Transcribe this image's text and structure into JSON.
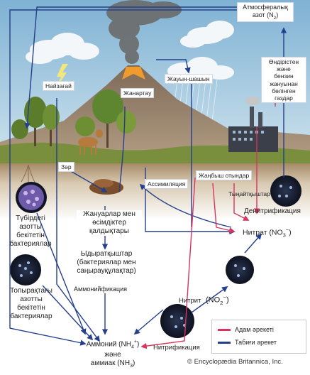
{
  "labels": {
    "atmospheric_nitrogen": "Атмосфералық",
    "atmospheric_nitrogen_2": "азот (N",
    "atmospheric_nitrogen_sub": "2",
    "atmospheric_nitrogen_end": ")",
    "lightning": "Найзағай",
    "volcano": "Жанартау",
    "precipitation": "Жауын-шашын",
    "industry_line1": "Өндірістен",
    "industry_line2": "және",
    "industry_line3": "бензин",
    "industry_line4": "жануынан",
    "industry_line5": "бөлінген",
    "industry_line6": "газдар",
    "urine": "Зәр",
    "assimilation": "Ассимиляция",
    "fertilizer_runoff": "Жаңбыш отындар",
    "fertilizers": "Тыңайтқыштар",
    "root_bacteria_1": "Түбірдегі",
    "root_bacteria_2": "азотты",
    "root_bacteria_3": "бекітетін",
    "root_bacteria_4": "бактериялар",
    "animals_remains_1": "Жануарлар мен",
    "animals_remains_2": "өсімдіктер",
    "animals_remains_3": "қалдықтары",
    "denitrification": "Денитрификация",
    "nitrate": "Нитрат (NO",
    "nitrate_sub": "3",
    "nitrate_sup": "−",
    "nitrate_end": ")",
    "decomposers_1": "Ыдыратқыштар",
    "decomposers_2": "(бактериялар мен",
    "decomposers_3": "саңырауқұлақтар)",
    "ammonification": "Аммонийфикация",
    "soil_bacteria_1": "Топырақтағы",
    "soil_bacteria_2": "азотты",
    "soil_bacteria_3": "бекітетін",
    "soil_bacteria_4": "бактериялар",
    "nitrite_word": "Нитрит",
    "nitrite_formula": "(NO",
    "nitrite_sub": "2",
    "nitrite_sup": "−",
    "nitrite_end": ")",
    "ammonium_1": "Аммоний",
    "ammonium_formula": "(NH",
    "ammonium_sub": "4",
    "ammonium_sup": "+",
    "ammonium_end": ")",
    "ammonium_and": "және",
    "ammonia": "аммиак",
    "ammonia_formula": "(NH",
    "ammonia_sub": "3",
    "ammonia_end": ")",
    "nitrification": "Нитрификация"
  },
  "legend": {
    "human": "Адам әрекеті",
    "natural": "Табиғи әрекет"
  },
  "copyright": "© Encyclopædia Britannica, Inc.",
  "colors": {
    "human": "#d8345f",
    "natural": "#243f8c",
    "sky": "#9ec6de",
    "soil": "#ffffff",
    "mountain": "#8a7460",
    "grass": "#7a8f3d",
    "lava": "#f19a2e"
  }
}
